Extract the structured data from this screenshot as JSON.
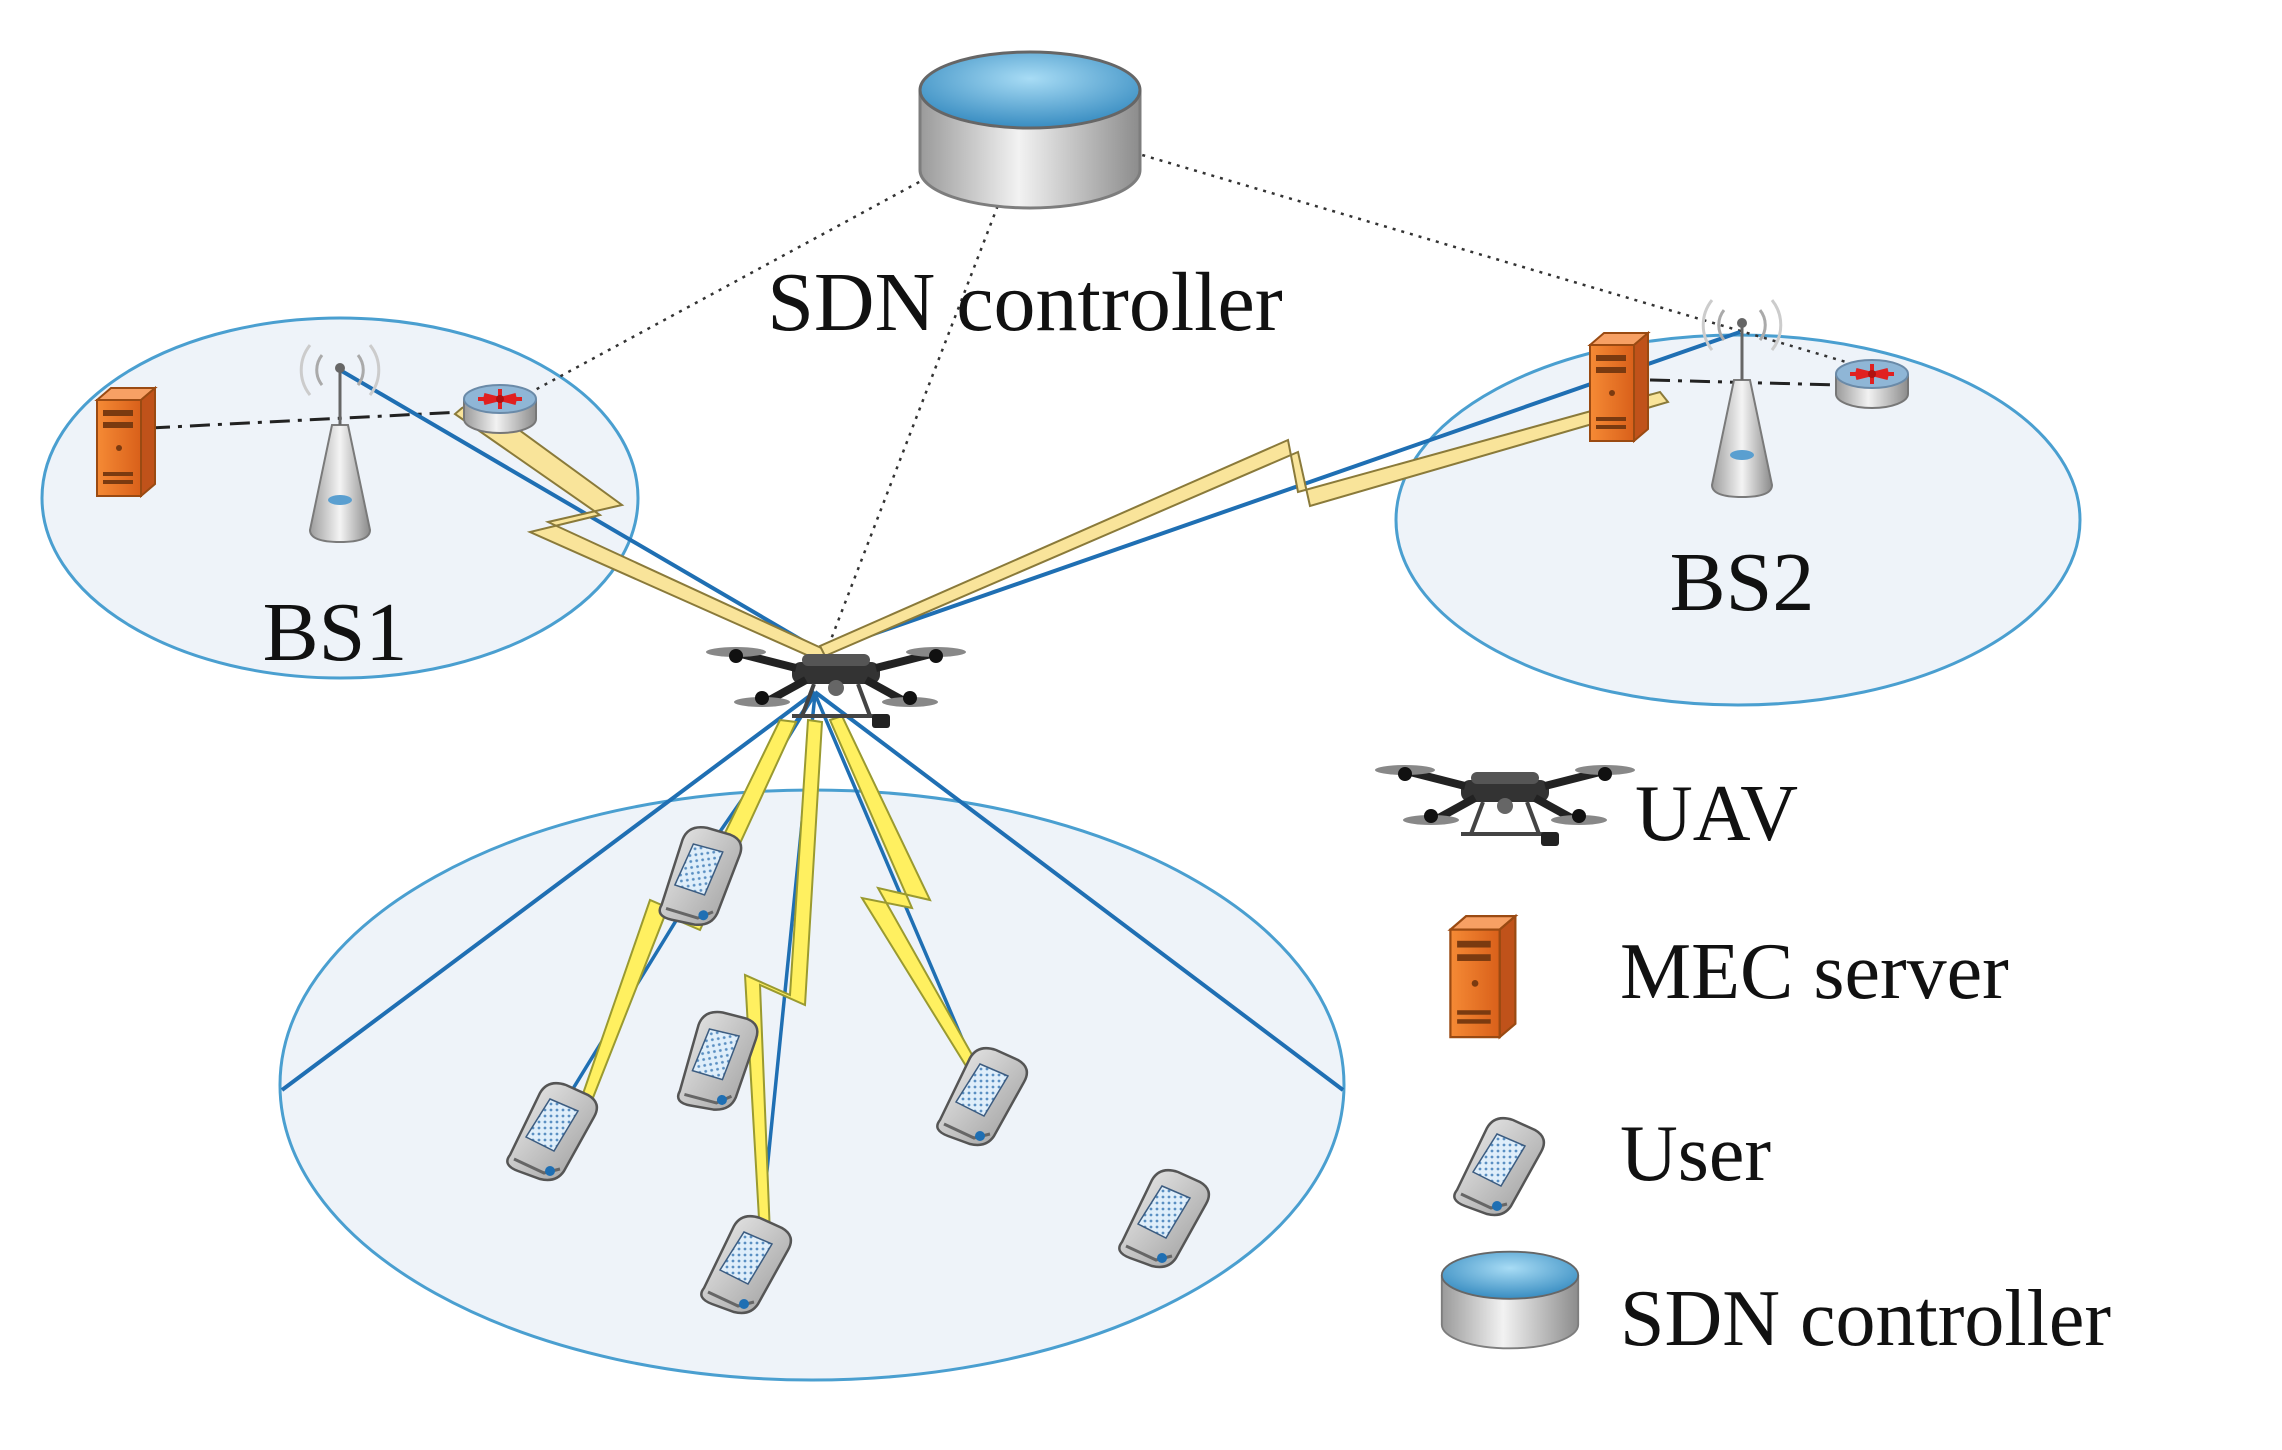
{
  "diagram": {
    "controller_label": "SDN controller",
    "bs1_label": "BS1",
    "bs2_label": "BS2"
  },
  "legend": {
    "uav": "UAV",
    "mec": "MEC server",
    "user": "User",
    "sdn": "SDN controller"
  },
  "colors": {
    "cell_fill": "#eef3f9",
    "cell_stroke": "#4a9fd0",
    "link_blue": "#1f6fb3",
    "bolt_yellow": "#fff060",
    "bolt_pale": "#f9e49a",
    "mec_orange": "#f07a26",
    "controller_blue": "#3f93c4"
  }
}
